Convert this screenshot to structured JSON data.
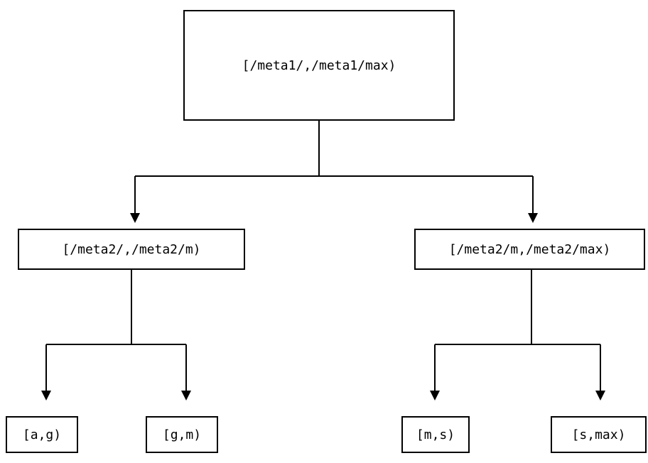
{
  "tree": {
    "root": {
      "label": "[/meta1/,/meta1/max)"
    },
    "level2": [
      {
        "label": "[/meta2/,/meta2/m)"
      },
      {
        "label": "[/meta2/m,/meta2/max)"
      }
    ],
    "leaves": [
      {
        "label": "[a,g)"
      },
      {
        "label": "[g,m)"
      },
      {
        "label": "[m,s)"
      },
      {
        "label": "[s,max)"
      }
    ]
  },
  "style": {
    "line_color": "#000000",
    "box_border_color": "#000000",
    "background_color": "#ffffff"
  }
}
